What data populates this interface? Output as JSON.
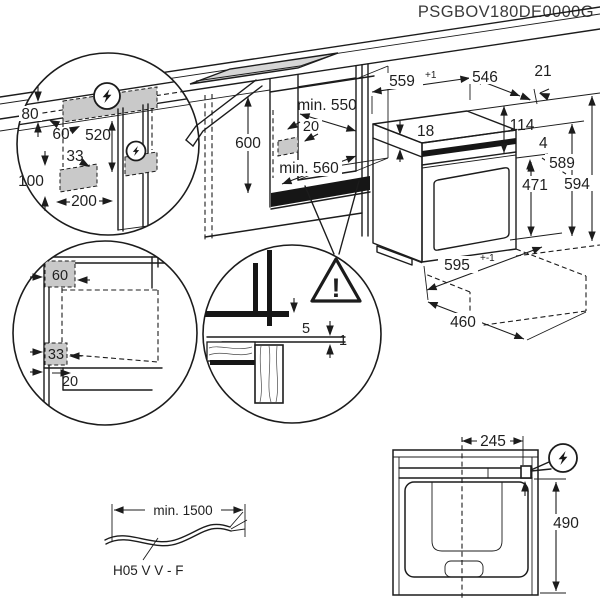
{
  "title": "PSGBOV180DE0000G",
  "detail_electrical": {
    "thickness_80": "80",
    "offset_60": "60",
    "height_520": "520",
    "offset_33": "33",
    "height_100": "100",
    "width_200": "200"
  },
  "niche": {
    "height_600": "600",
    "depth_top": "min. 550",
    "offset_20": "20",
    "depth_bottom": "min. 560"
  },
  "oven": {
    "niche_width": "559",
    "niche_width_tol": "+1",
    "depth": "546",
    "rear_gap": "21",
    "top_trim": "18",
    "panel_114": "114",
    "gap_4": "4",
    "door_471": "471",
    "h_589": "589",
    "h_594": "594",
    "width_595": "595",
    "width_tol": "+-1",
    "base_460": "460"
  },
  "detail_clearance": {
    "offset_60": "60",
    "offset_33": "33",
    "offset_20": "20"
  },
  "detail_gap": {
    "gap_5": "5",
    "gap_1": "1",
    "warning_mark": "!"
  },
  "cable": {
    "min_length": "min. 1500",
    "type": "H05 V V - F"
  },
  "top_view": {
    "offset_245": "245",
    "depth_490": "490"
  },
  "icons": {
    "electric": "lightning-bolt",
    "warning": "exclamation-triangle"
  },
  "colors": {
    "line": "#1c1c1c",
    "shade": "#c9c9c9",
    "background": "#ffffff"
  }
}
